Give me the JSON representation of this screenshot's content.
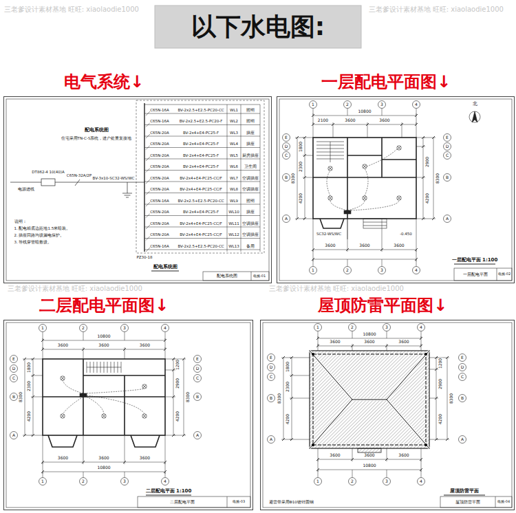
{
  "diagram": {
    "title": "以下水电图:",
    "nodes": [
      {
        "text": [
          "电气系统↓"
        ]
      },
      {
        "text": [
          "一层配电平面图↓"
        ]
      },
      {
        "text": [
          "二层配电平面图↓"
        ]
      },
      {
        "text": [
          "屋顶防雷平面图↓"
        ]
      }
    ],
    "labels": [
      "三老爹设计素材基地 旺旺: xiaolaodie1000",
      "三老爹设计素材基地 旺旺: xiaolaodie1000",
      "三老爹设计素材基地 旺旺: xiaolaodie1000",
      "三老爹设计素材基地 旺旺: xiaolaodie1000",
      "配电系统图",
      "住宅采用TN-C-S系统，进户处重复接地",
      "DT862-4 10(40)A",
      "C65N-32A/2P",
      "BV-3x10-SC32-WS/WC",
      "电源进线",
      "PZ30-18",
      "C65N-16A",
      "BV-2x2.5+E2.5-PC20-CC",
      "WL1",
      "照明",
      "C65N-16A",
      "BV-2x2.5+E2.5-PC20-F",
      "WL2",
      "照明",
      "C65N-20A",
      "BV-2x4+E4-PC25-F",
      "WL3",
      "插座",
      "C65N-20A",
      "BV-2x4+E4-PC25-F",
      "WL4",
      "插座",
      "C65N-20A",
      "BV-2x4+E4-PC25-F",
      "WL5",
      "厨房插座",
      "C65N-20A",
      "BV-2x4+E4-PC25-F",
      "WL6",
      "卫生间",
      "C65N-20A",
      "BV-2x4+E4-PC25-CC/F",
      "WL7",
      "空调插座",
      "C65N-20A",
      "BV-2x4+E4-PC25-CC/F",
      "WL8",
      "空调插座",
      "C65N-16A",
      "BV-2x2.5+E2.5-PC20-CC",
      "WL9",
      "照明",
      "C65N-20A",
      "BV-2x4+E4-PC25-F",
      "WL10",
      "插座",
      "C65N-20A",
      "BV-2x4+E4-PC25-CC/F",
      "WL11",
      "空调插座",
      "C65N-20A",
      "BV-2x4+E4-PC25-CC/F",
      "WL12",
      "空调插座",
      "C65N-16A",
      "BV-2x2.5+E2.5-PC20-CC",
      "WL13",
      "备用",
      "说明：",
      "1. 配电箱底边距地1.5米暗装。",
      "2. 插座回路均设漏电保护。",
      "3. 导线穿管暗敷设。",
      "配电系统图",
      "配电系统图",
      "电施-01",
      "1",
      "2",
      "3",
      "4",
      "1",
      "2",
      "3",
      "4",
      "E",
      "D",
      "C",
      "B",
      "A",
      "E",
      "D",
      "C",
      "B",
      "A",
      "10800",
      "2100",
      "3600",
      "3600",
      "1800",
      "2300",
      "4200",
      "8300",
      "2900",
      "4200",
      "8300",
      "3600",
      "3600",
      "3600",
      "北",
      "-0.450",
      "SC32-WS/WC",
      "一层配电平面 1:100",
      "一层配电平面",
      "电施-02",
      "1",
      "2",
      "3",
      "4",
      "1",
      "2",
      "3",
      "4",
      "E",
      "D",
      "C",
      "B",
      "A",
      "E",
      "D",
      "C",
      "B",
      "A",
      "10800",
      "3600",
      "3600",
      "3600",
      "1800",
      "2300",
      "4200",
      "8300",
      "1200",
      "2900",
      "4200",
      "8300",
      "3600",
      "3600",
      "3600",
      "10800",
      "二层配电平面 1:100",
      "二层配电平面",
      "电施-03",
      "1",
      "2",
      "3",
      "4",
      "1",
      "2",
      "3",
      "4",
      "E",
      "D",
      "C",
      "B",
      "A",
      "E",
      "D",
      "C",
      "B",
      "A",
      "10800",
      "3600",
      "3600",
      "3600",
      "1800",
      "2300",
      "4200",
      "8300",
      "1200",
      "2900",
      "4200",
      "8300",
      "3600",
      "3600",
      "3600",
      "10800",
      "避雷带采用Φ10镀锌圆钢",
      "屋顶防雷平面",
      "屋顶防雷平面",
      "电施-04"
    ]
  }
}
